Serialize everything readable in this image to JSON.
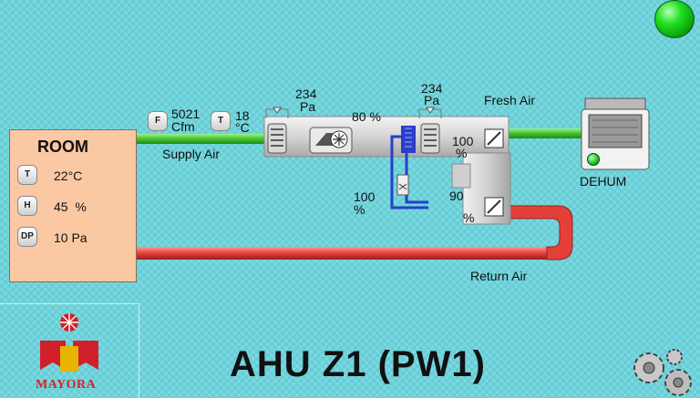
{
  "title": "AHU Z1 (PW1)",
  "room": {
    "title": "ROOM",
    "temperature": {
      "badge": "T",
      "value": "22°C"
    },
    "humidity": {
      "badge": "H",
      "value": "45  %"
    },
    "pressure": {
      "badge": "DP",
      "value": "10 Pa"
    }
  },
  "supply": {
    "flow_badge": "F",
    "flow_value": "5021",
    "flow_unit": "Cfm",
    "temp_badge": "T",
    "temp_value": "18",
    "temp_unit": "°C",
    "label": "Supply Air"
  },
  "filter_left": {
    "value": "234",
    "unit": "Pa"
  },
  "filter_right": {
    "value": "234",
    "unit": "Pa"
  },
  "fan_speed": "80 %",
  "fresh_air": {
    "label": "Fresh Air",
    "damper_value": "100",
    "damper_unit": "%"
  },
  "return_air": {
    "label": "Return Air",
    "damper_value": "90",
    "damper_unit": "%"
  },
  "valve": {
    "value": "100",
    "unit": "%"
  },
  "dehum": {
    "label": "DEHUM"
  },
  "logo": {
    "text": "MAYORA"
  },
  "colors": {
    "supply_pipe": "#4ec43a",
    "return_pipe": "#e4403a",
    "room_fill": "#fbc8a4",
    "status_light": "#21e021",
    "brand_red": "#d1202a"
  },
  "icons": {
    "status": "green-status-light-icon",
    "settings": "gears-icon",
    "fan": "fan-icon",
    "coil": "cooling-coil-icon",
    "damper": "damper-icon",
    "dehumidifier": "dehumidifier-icon"
  }
}
